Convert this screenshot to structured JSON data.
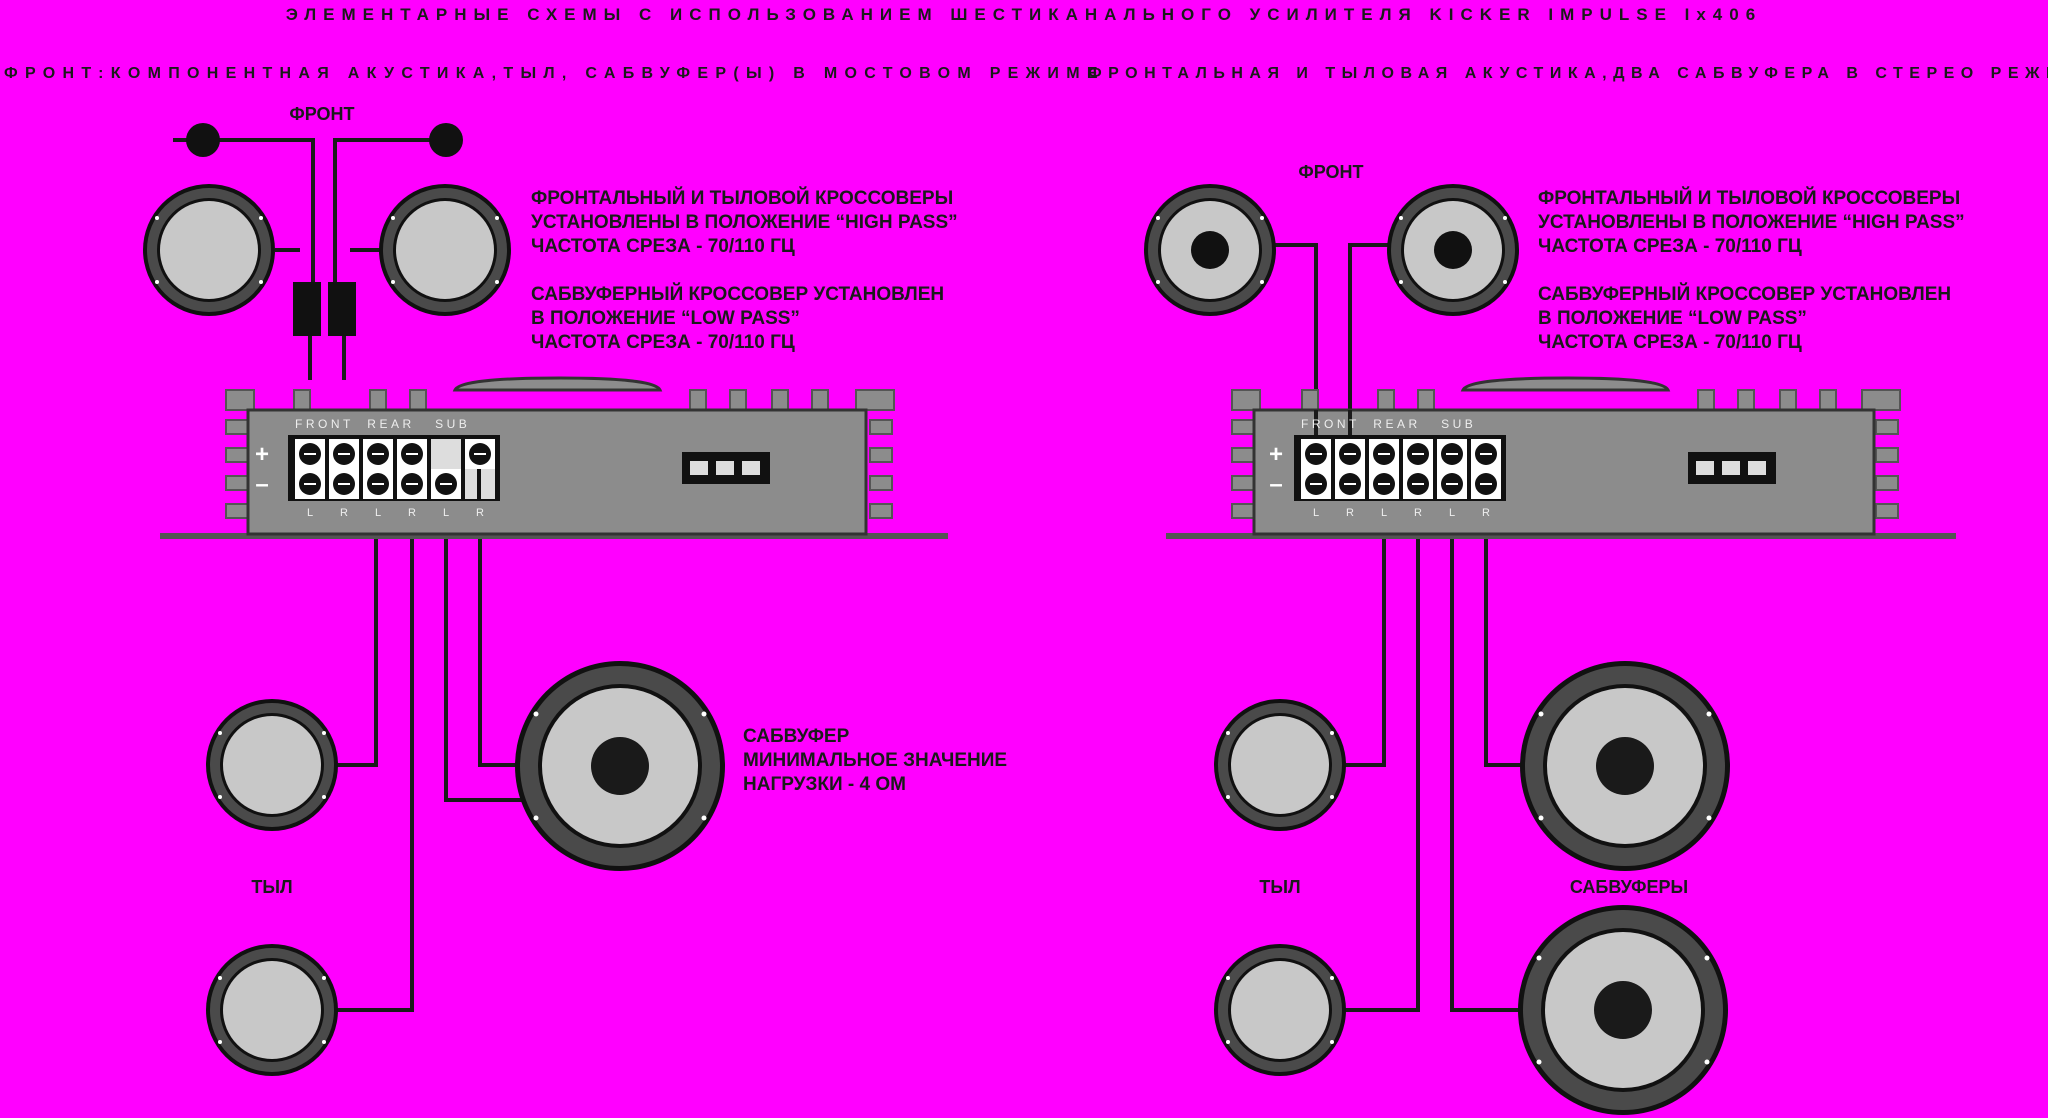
{
  "colors": {
    "background": "#ff00ff",
    "ink": "#111111",
    "amp_body": "#8c8c8c",
    "amp_dark": "#333333",
    "cone_light": "#c8c8c8",
    "surround": "#555555"
  },
  "page_title": "ЭЛЕМЕНТАРНЫЕ СХЕМЫ С ИСПОЛЬЗОВАНИЕМ ШЕСТИКАНАЛЬНОГО УСИЛИТЕЛЯ KICKER IMPULSE Ix406",
  "left": {
    "subtitle": "ФРОНТ:КОМПОНЕНТНАЯ АКУСТИКА,ТЫЛ, САБВУФЕР(Ы) В МОСТОВОМ РЕЖИМЕ",
    "front_label": "ФРОНТ",
    "rear_label": "ТЫЛ",
    "notes": [
      "ФРОНТАЛЬНЫЙ И ТЫЛОВОЙ КРОССОВЕРЫ",
      "УСТАНОВЛЕНЫ В ПОЛОЖЕНИЕ “HIGH PASS”",
      "ЧАСТОТА СРЕЗА - 70/110 ГЦ",
      "САБВУФЕРНЫЙ КРОССОВЕР УСТАНОВЛЕН",
      "В ПОЛОЖЕНИЕ “LOW PASS”",
      "ЧАСТОТА СРЕЗА - 70/110 ГЦ"
    ],
    "sub_note": [
      "САБВУФЕР",
      "МИНИМАЛЬНОЕ ЗНАЧЕНИЕ",
      "НАГРУЗКИ - 4 ОМ"
    ],
    "amp": {
      "channels": "FRONT  REAR   SUB",
      "plus": "+",
      "minus": "–",
      "lr": [
        "L",
        "R",
        "L",
        "R",
        "L",
        "R"
      ]
    }
  },
  "right": {
    "subtitle": "ФРОНТАЛЬНАЯ И ТЫЛОВАЯ АКУСТИКА,ДВА САБВУФЕРА В СТЕРЕО РЕЖИМЕ",
    "front_label": "ФРОНТ",
    "rear_label": "ТЫЛ",
    "subs_label": "САБВУФЕРЫ",
    "notes": [
      "ФРОНТАЛЬНЫЙ И ТЫЛОВОЙ КРОССОВЕРЫ",
      "УСТАНОВЛЕНЫ В ПОЛОЖЕНИЕ “HIGH PASS”",
      "ЧАСТОТА СРЕЗА - 70/110 ГЦ",
      "САБВУФЕРНЫЙ КРОССОВЕР УСТАНОВЛЕН",
      "В ПОЛОЖЕНИЕ “LOW PASS”",
      "ЧАСТОТА СРЕЗА - 70/110 ГЦ"
    ],
    "amp": {
      "channels": "FRONT  REAR   SUB",
      "plus": "+",
      "minus": "–",
      "lr": [
        "L",
        "R",
        "L",
        "R",
        "L",
        "R"
      ]
    }
  }
}
